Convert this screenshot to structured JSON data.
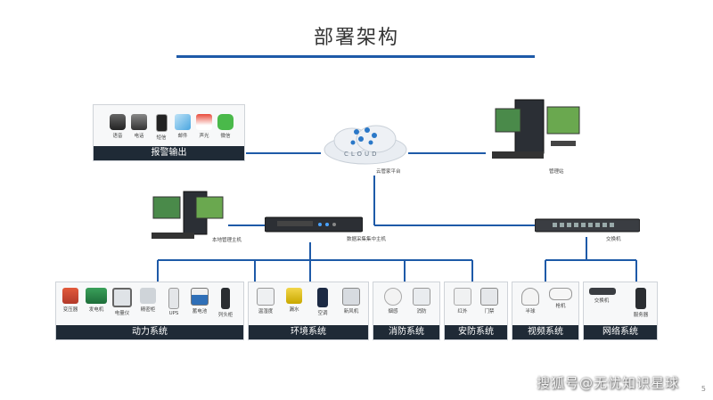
{
  "title": "部署架构",
  "alarm_output": {
    "title": "报警输出",
    "items": [
      {
        "label": "语音",
        "icon": "speaker-icon"
      },
      {
        "label": "电话",
        "icon": "phone-icon"
      },
      {
        "label": "短信",
        "icon": "sms-icon"
      },
      {
        "label": "邮件",
        "icon": "email-icon"
      },
      {
        "label": "声光",
        "icon": "alarm-light-icon"
      },
      {
        "label": "微信",
        "icon": "wechat-icon"
      }
    ]
  },
  "cloud": {
    "text": "CLOUD",
    "label": "云管家平台"
  },
  "workstation_label": "管理站",
  "local_host_label": "本地管理主机",
  "collector_label": "数据采集集中主机",
  "switch_label": "交换机",
  "subsystems": [
    {
      "title": "动力系统",
      "items": [
        "变压器",
        "发电机",
        "电量仪",
        "精密柜",
        "UPS",
        "蓄电池",
        "列头柜"
      ]
    },
    {
      "title": "环境系统",
      "items": [
        "温湿度",
        "漏水",
        "空调",
        "新风机"
      ]
    },
    {
      "title": "消防系统",
      "items": [
        "烟感",
        "消防"
      ]
    },
    {
      "title": "安防系统",
      "items": [
        "红外",
        "门禁"
      ]
    },
    {
      "title": "视频系统",
      "items": [
        "半球",
        "枪机"
      ]
    },
    {
      "title": "网络系统",
      "items": [
        "交换机",
        "服务器"
      ]
    }
  ],
  "watermark": "搜狐号@无忧知识星球",
  "page_number": "5",
  "colors": {
    "accent": "#1e5aa8",
    "bar": "#1f2a36",
    "line": "#1e5aa8"
  }
}
